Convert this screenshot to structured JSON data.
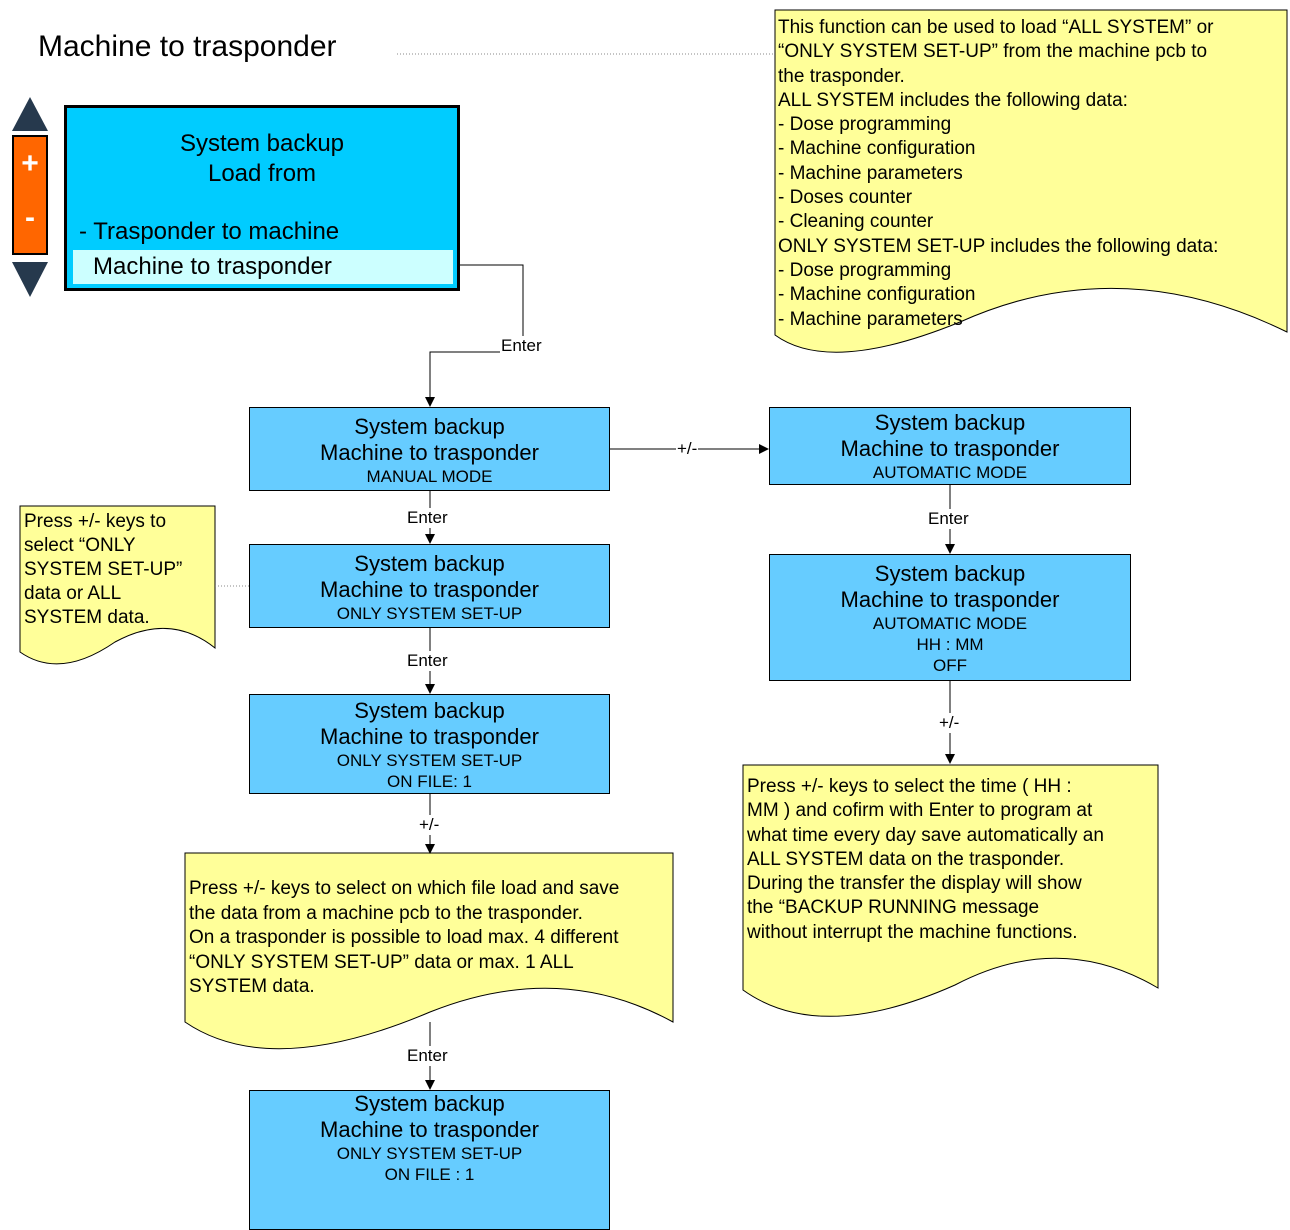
{
  "title": "Machine to trasponder",
  "lcd": {
    "line1": "System backup",
    "line2": "Load from",
    "option1": "- Trasponder to machine",
    "option2": "Machine to trasponder"
  },
  "keypad": {
    "plus": "+",
    "minus": "-"
  },
  "info_note": [
    "This function can be used to load “ALL SYSTEM” or",
    "“ONLY SYSTEM SET-UP” from the machine pcb to",
    "the trasponder.",
    "ALL SYSTEM  includes the following data:",
    "- Dose programming",
    "- Machine configuration",
    "- Machine parameters",
    "- Doses counter",
    "- Cleaning counter",
    "ONLY SYSTEM SET-UP  includes the following data:",
    "- Dose programming",
    "- Machine configuration",
    "- Machine parameters"
  ],
  "labels": {
    "enter": "Enter",
    "plus_minus": "+/-"
  },
  "boxes": {
    "manual": [
      "System backup",
      "Machine to trasponder",
      "MANUAL MODE"
    ],
    "only_setup": [
      "System backup",
      "Machine to trasponder",
      "ONLY SYSTEM SET-UP"
    ],
    "on_file": [
      "System backup",
      "Machine to trasponder",
      "ONLY SYSTEM SET-UP",
      "ON FILE:  1"
    ],
    "running": [
      "System backup",
      "Machine to trasponder",
      "ONLY SYSTEM SET-UP",
      "ON FILE : 1"
    ],
    "auto": [
      "System backup",
      "Machine to trasponder",
      "AUTOMATIC  MODE"
    ],
    "auto_time": [
      "System backup",
      "Machine to trasponder",
      "AUTOMATIC  MODE",
      "HH : MM",
      "OFF"
    ]
  },
  "notes": {
    "select_data": [
      "Press +/- keys to",
      "select  “ONLY",
      "SYSTEM SET-UP”",
      "data or ALL",
      "SYSTEM data."
    ],
    "select_file": [
      "Press +/- keys to select on which file load and save",
      "the data from a machine pcb to the trasponder.",
      "On a trasponder is possible to load max. 4 different",
      "“ONLY SYSTEM SET-UP” data or max. 1 ALL",
      "SYSTEM data."
    ],
    "select_time": [
      "Press +/- keys to select  the time ( HH :",
      "MM ) and cofirm with Enter to program  at",
      "what time every day save automatically an",
      "ALL SYSTEM data on the trasponder.",
      "During the transfer the display will show",
      "the “BACKUP RUNNING message",
      "without interrupt the machine functions."
    ]
  },
  "colors": {
    "lcd": "#00ccff",
    "lcd_selected": "#ccffff",
    "box": "#66ccff",
    "note": "#ffff99",
    "keypad": "#ff6600",
    "arrow": "#333333"
  }
}
